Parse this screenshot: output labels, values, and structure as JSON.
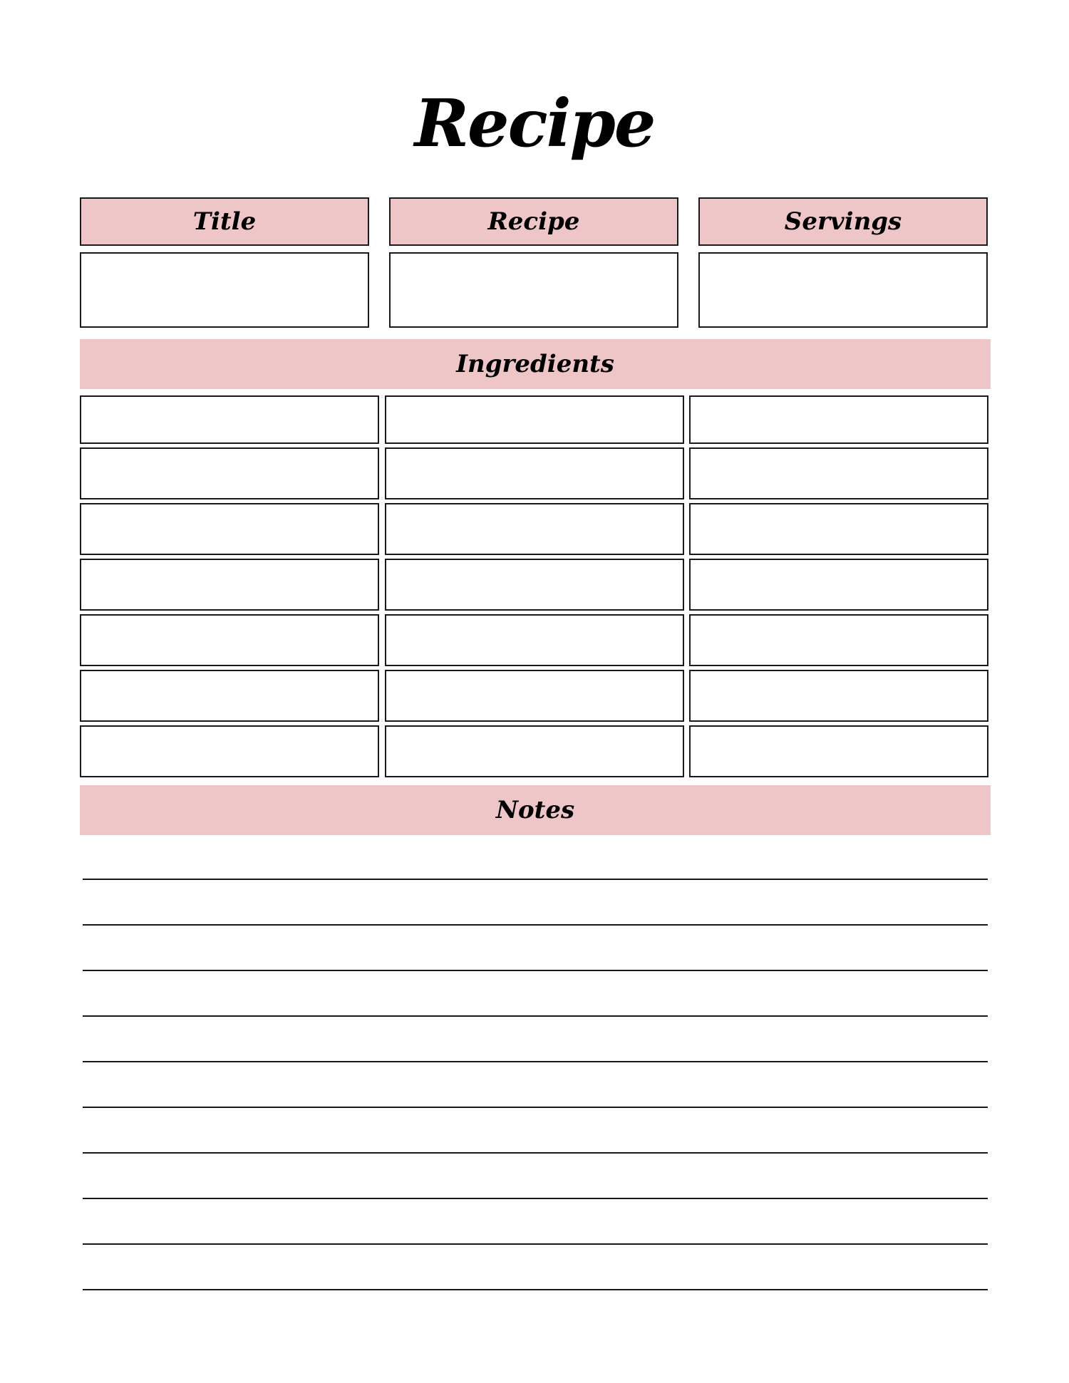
{
  "page": {
    "title": "Recipe"
  },
  "header": {
    "columns": [
      {
        "label": "Title",
        "value": ""
      },
      {
        "label": "Recipe",
        "value": ""
      },
      {
        "label": "Servings",
        "value": ""
      }
    ]
  },
  "ingredients": {
    "heading": "Ingredients",
    "rows": 7,
    "columns": 3,
    "cells": [
      [
        "",
        "",
        ""
      ],
      [
        "",
        "",
        ""
      ],
      [
        "",
        "",
        ""
      ],
      [
        "",
        "",
        ""
      ],
      [
        "",
        "",
        ""
      ],
      [
        "",
        "",
        ""
      ],
      [
        "",
        "",
        ""
      ]
    ]
  },
  "notes": {
    "heading": "Notes",
    "line_count": 10
  },
  "colors": {
    "accent_pink": "#efc6c8",
    "line": "#1a1a1a",
    "background": "#ffffff"
  }
}
